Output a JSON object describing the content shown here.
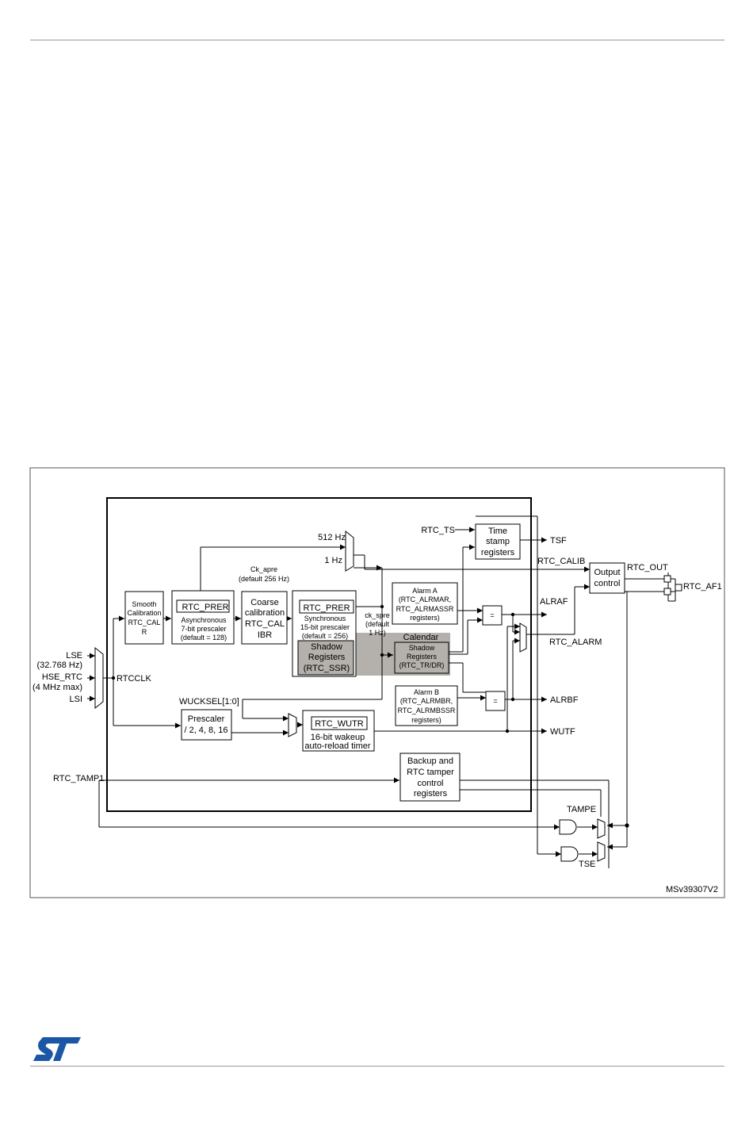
{
  "diagram": {
    "figure_id": "MSv39307V2",
    "inputs": {
      "lse": "LSE",
      "lse_freq": "(32.768 Hz)",
      "hse_rtc": "HSE_RTC",
      "hse_freq": "(4 MHz max)",
      "lsi": "LSI",
      "rtcclk": "RTCCLK",
      "rtc_tamp1": "RTC_TAMP1",
      "rtc_ts": "RTC_TS",
      "wucksel": "WUCKSEL[1:0]"
    },
    "blocks": {
      "smooth_cal": [
        "Smooth",
        "Calibration",
        "RTC_CAL",
        "R"
      ],
      "async_prer_reg": "RTC_PRER",
      "async_prer_desc": [
        "Asynchronous",
        "7-bit prescaler",
        "(default = 128)"
      ],
      "coarse_cal": [
        "Coarse",
        "calibration",
        "RTC_CAL",
        "IBR"
      ],
      "sync_prer_reg": "RTC_PRER",
      "sync_prer_desc": [
        "Synchronous",
        "15-bit prescaler",
        "(default = 256)"
      ],
      "shadow_ssr": [
        "Shadow",
        "Registers",
        "(RTC_SSR)"
      ],
      "calendar_title": "Calendar",
      "calendar_shadow": [
        "Shadow",
        "Registers",
        "(RTC_TR/DR)"
      ],
      "alarm_a": [
        "Alarm A",
        "(RTC_ALRMAR,",
        "RTC_ALRMASSR",
        "registers)"
      ],
      "alarm_b": [
        "Alarm B",
        "(RTC_ALRMBR,",
        "RTC_ALRMBSSR",
        "registers)"
      ],
      "timestamp": [
        "Time",
        "stamp",
        "registers"
      ],
      "output_control": [
        "Output",
        "control"
      ],
      "prescaler": [
        "Prescaler",
        "/ 2, 4, 8, 16"
      ],
      "wutr_reg": "RTC_WUTR",
      "wutr_desc": [
        "16-bit wakeup",
        "auto-reload timer"
      ],
      "backup": [
        "Backup and",
        "RTC tamper",
        "control",
        "registers"
      ],
      "eq": "="
    },
    "signals": {
      "hz512": "512 Hz",
      "hz1": "1 Hz",
      "ck_apre": [
        "Ck_apre",
        "(default 256 Hz)"
      ],
      "ck_spre": [
        "ck_spre",
        "(default",
        "1 Hz)"
      ],
      "tsf": "TSF",
      "rtc_calib": "RTC_CALIB",
      "alraf": "ALRAF",
      "rtc_alarm": "RTC_ALARM",
      "alrbf": "ALRBF",
      "wutf": "WUTF",
      "rtc_out": "RTC_OUT",
      "rtc_af1": "RTC_AF1",
      "tampe": "TAMPE",
      "tse": "TSE"
    },
    "colors": {
      "highlight": "#b4b0ab",
      "line": "#000000",
      "logo": "#1b57a5"
    }
  }
}
